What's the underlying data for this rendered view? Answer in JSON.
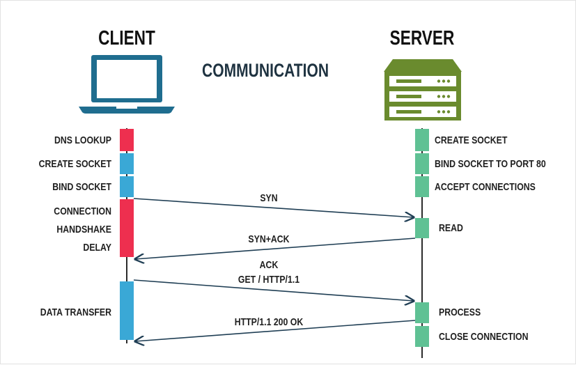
{
  "titles": {
    "client": "CLIENT",
    "server": "SERVER",
    "communication": "COMMUNICATION"
  },
  "client_steps": {
    "dns_lookup": "DNS LOOKUP",
    "create_socket": "CREATE SOCKET",
    "bind_socket": "BIND SOCKET",
    "handshake_line1": "CONNECTION",
    "handshake_line2": "HANDSHAKE",
    "handshake_line3": "DELAY",
    "data_transfer": "DATA TRANSFER"
  },
  "server_steps": {
    "create_socket": "CREATE SOCKET",
    "bind_socket": "BIND SOCKET TO PORT 80",
    "accept": "ACCEPT CONNECTIONS",
    "read": "READ",
    "process": "PROCESS",
    "close": "CLOSE CONNECTION"
  },
  "messages": {
    "syn": "SYN",
    "syn_ack": "SYN+ACK",
    "ack": "ACK",
    "get": "GET / HTTP/1.1",
    "response": "HTTP/1.1 200 OK"
  },
  "colors": {
    "client_blue": "#3aa8d6",
    "client_red": "#ee2f4f",
    "server_green": "#5fc194",
    "laptop": "#1f6d8f",
    "server_icon": "#6a8b2e",
    "arrow": "#1f3e54"
  },
  "icons": {
    "client": "laptop-icon",
    "server": "server-rack-icon"
  }
}
